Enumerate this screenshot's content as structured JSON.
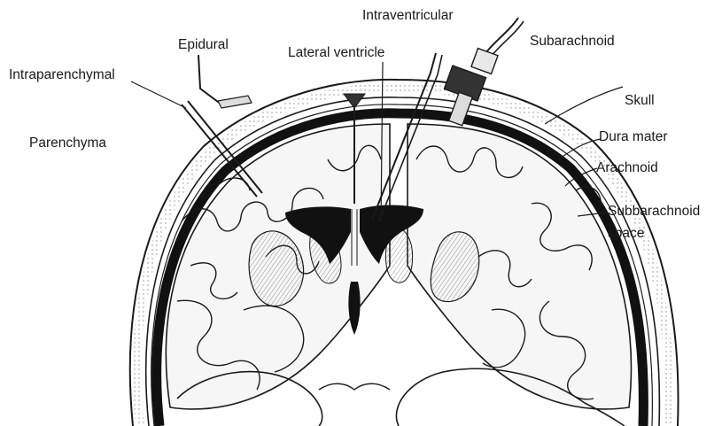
{
  "labels": {
    "intraventricular": "Intraventricular",
    "subarachnoid": "Subarachnoid",
    "epidural": "Epidural",
    "lateral_ventricle": "Lateral ventricle",
    "intraparenchymal": "Intraparenchymal",
    "skull": "Skull",
    "parenchyma": "Parenchyma",
    "dura_mater": "Dura mater",
    "arachnoid": "Arachnoid",
    "subbarachnoid_line1": "Subbarachnoid",
    "subbarachnoid_line2": "space"
  },
  "colors": {
    "ink": "#1a1a1a",
    "tissue_fill": "#f4f4f4",
    "ventricle_fill": "#111111",
    "background": "#ffffff"
  }
}
